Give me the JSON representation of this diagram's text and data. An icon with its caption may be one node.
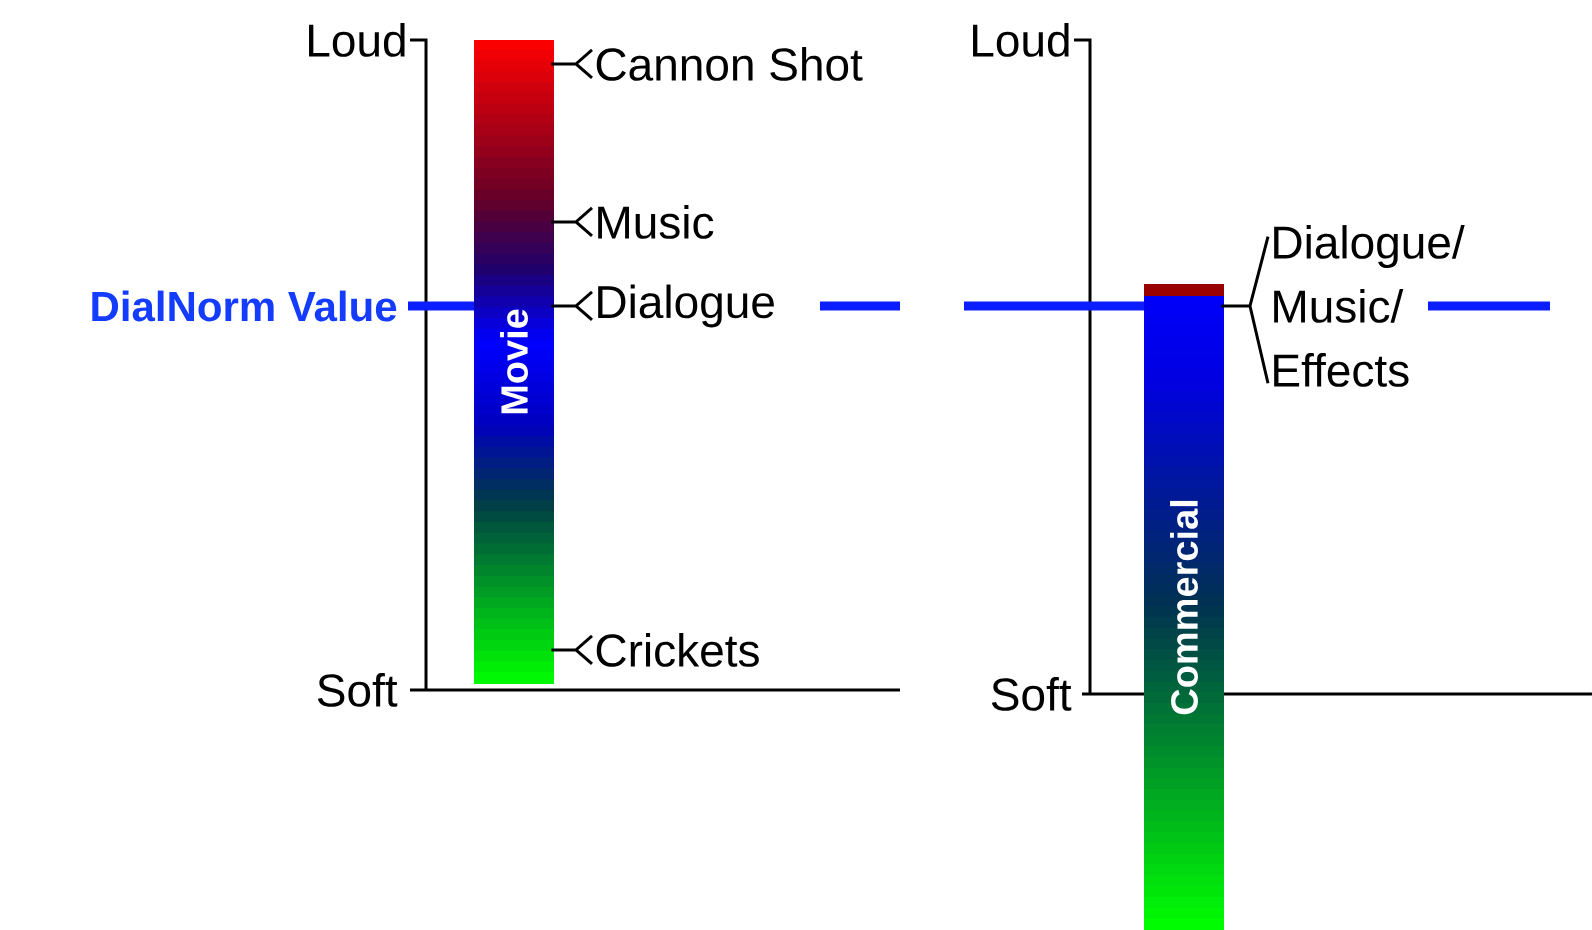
{
  "diagram": {
    "nodes": [
      {
        "text": [
          "Movie"
        ]
      },
      {
        "text": [
          "Cannon Shot"
        ]
      },
      {
        "text": [
          "Music"
        ]
      },
      {
        "text": [
          "Dialogue"
        ]
      },
      {
        "text": [
          "Crickets"
        ]
      },
      {
        "text": [
          "Commercial"
        ]
      },
      {
        "text": [
          "Dialogue/ Music/ Effects"
        ]
      }
    ],
    "edges": [
      {
        "from": 1,
        "to": 0,
        "arrow": "other"
      },
      {
        "from": 2,
        "to": 0,
        "arrow": "other"
      },
      {
        "from": 3,
        "to": 0,
        "arrow": "other"
      },
      {
        "from": 4,
        "to": 0,
        "arrow": "other"
      },
      {
        "from": 6,
        "to": 5,
        "arrow": "none"
      }
    ],
    "labels": [
      "Loud",
      "DialNorm Value",
      "Soft",
      "Loud",
      "Soft"
    ]
  }
}
